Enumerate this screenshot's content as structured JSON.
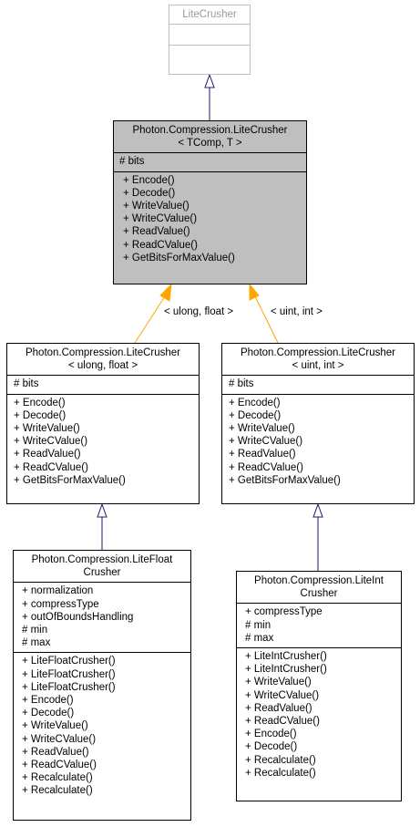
{
  "colors": {
    "inherit": "#191970",
    "template": "#ffa500",
    "focus_fill": "#bfbfbf"
  },
  "nodes": {
    "base": {
      "title": [
        "LiteCrusher"
      ]
    },
    "generic": {
      "title": [
        "Photon.Compression.LiteCrusher",
        "< TComp, T >"
      ],
      "attrs": [
        "# bits"
      ],
      "methods": [
        "+ Encode()",
        "+ Decode()",
        "+ WriteValue()",
        "+ WriteCValue()",
        "+ ReadValue()",
        "+ ReadCValue()",
        "+ GetBitsForMaxValue()"
      ]
    },
    "ulong_float": {
      "title": [
        "Photon.Compression.LiteCrusher",
        "< ulong, float >"
      ],
      "attrs": [
        "# bits"
      ],
      "methods": [
        "+ Encode()",
        "+ Decode()",
        "+ WriteValue()",
        "+ WriteCValue()",
        "+ ReadValue()",
        "+ ReadCValue()",
        "+ GetBitsForMaxValue()"
      ]
    },
    "uint_int": {
      "title": [
        "Photon.Compression.LiteCrusher",
        "< uint, int >"
      ],
      "attrs": [
        "# bits"
      ],
      "methods": [
        "+ Encode()",
        "+ Decode()",
        "+ WriteValue()",
        "+ WriteCValue()",
        "+ ReadValue()",
        "+ ReadCValue()",
        "+ GetBitsForMaxValue()"
      ]
    },
    "float_crusher": {
      "title": [
        "Photon.Compression.LiteFloat",
        "Crusher"
      ],
      "attrs": [
        "+ normalization",
        "+ compressType",
        "+ outOfBoundsHandling",
        "# min",
        "# max"
      ],
      "methods": [
        "+ LiteFloatCrusher()",
        "+ LiteFloatCrusher()",
        "+ LiteFloatCrusher()",
        "+ Encode()",
        "+ Decode()",
        "+ WriteValue()",
        "+ WriteCValue()",
        "+ ReadValue()",
        "+ ReadCValue()",
        "+ Recalculate()",
        "+ Recalculate()"
      ]
    },
    "int_crusher": {
      "title": [
        "Photon.Compression.LiteInt",
        "Crusher"
      ],
      "attrs": [
        "+ compressType",
        "# min",
        "# max"
      ],
      "methods": [
        "+ LiteIntCrusher()",
        "+ LiteIntCrusher()",
        "+ WriteValue()",
        "+ WriteCValue()",
        "+ ReadValue()",
        "+ ReadCValue()",
        "+ Encode()",
        "+ Decode()",
        "+ Recalculate()",
        "+ Recalculate()"
      ]
    }
  },
  "edge_labels": {
    "ulong_float": "< ulong, float >",
    "uint_int": "< uint, int >"
  }
}
